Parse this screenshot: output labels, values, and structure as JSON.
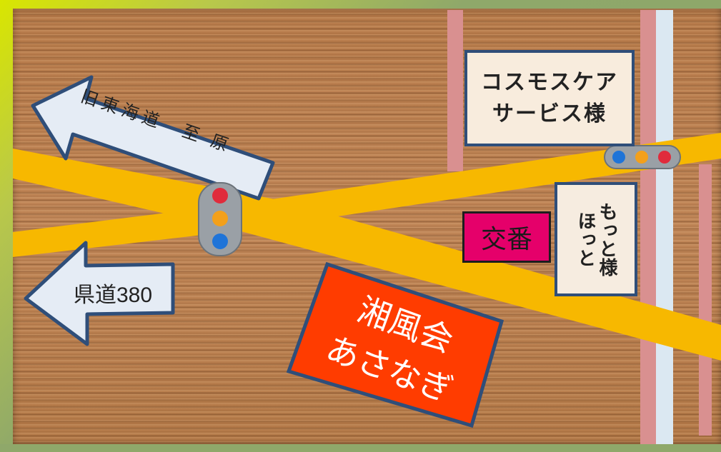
{
  "signs": {
    "kyudo": "旧東海道　至 原",
    "kendo": "県道380"
  },
  "places": {
    "cosmos": {
      "line1": "コスモスケア",
      "line2": "サービス様"
    },
    "hotto": {
      "col1": "ほっと",
      "col2": "もっと様"
    },
    "koban": "交番",
    "facility": {
      "line1": "湘風会",
      "line2": "あさなぎ"
    }
  },
  "colors": {
    "road": "#f7b800",
    "sign_fill": "#e5ecf5",
    "sign_border": "#2f4e79",
    "koban": "#e5006a",
    "facility": "#ff3c00",
    "rail_pink": "#d99090",
    "rail_light": "#dbe8f2"
  }
}
